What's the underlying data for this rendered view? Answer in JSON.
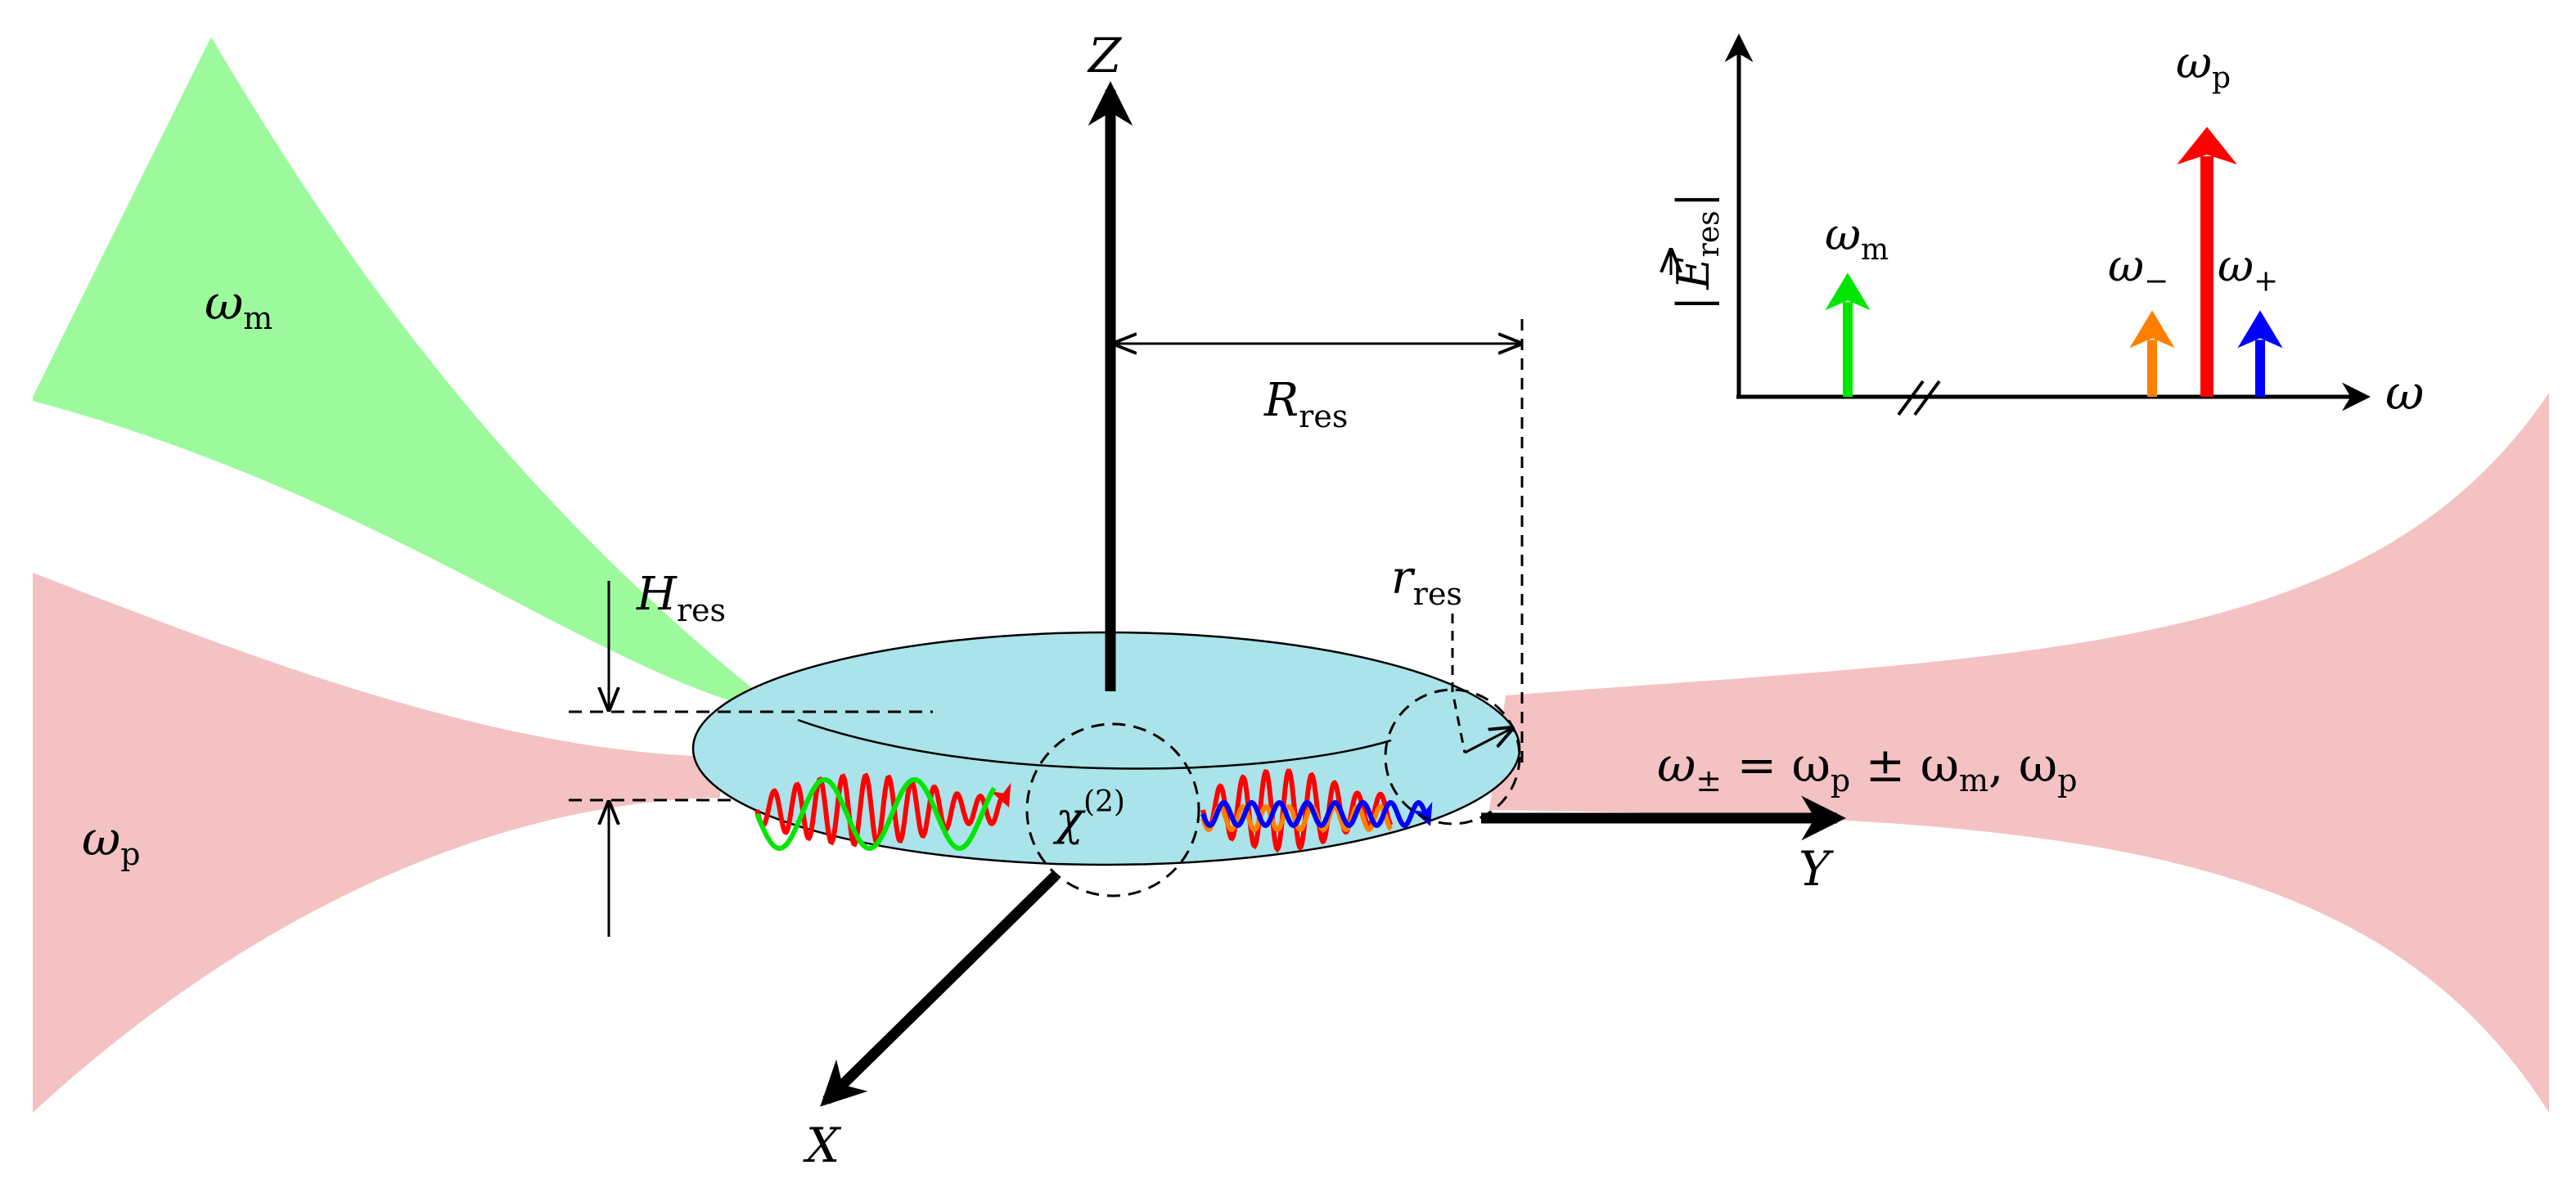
{
  "colors": {
    "pump_beam": "#f4c2c2",
    "microwave_beam": "#9cfa9c",
    "resonator_fill": "#aae3ea",
    "pump": "#ff0000",
    "microwave": "#00e600",
    "lower_sideband": "#ff8000",
    "upper_sideband": "#0000ff",
    "ink": "#000000"
  },
  "axes": {
    "x": {
      "label": "X"
    },
    "y": {
      "label": "Y"
    },
    "z": {
      "label": "Z"
    }
  },
  "beams": {
    "microwave": {
      "symbol": "ω",
      "sub": "m"
    },
    "pump": {
      "symbol": "ω",
      "sub": "p"
    },
    "output": {
      "lhs": "ω",
      "lhs_sub": "±",
      "eq": " = ω",
      "p_sub": "p",
      "pm": " ± ω",
      "m_sub": "m",
      "tail": ",  ω",
      "tail_sub": "p"
    }
  },
  "resonator": {
    "big_radius": {
      "symbol": "R",
      "sub": "res"
    },
    "small_radius": {
      "symbol": "r",
      "sub": "res"
    },
    "height": {
      "symbol": "H",
      "sub": "res"
    },
    "nonlinearity": {
      "symbol": "χ",
      "sup": "(2)"
    }
  },
  "spectrum": {
    "y_axis": {
      "symbol": "E",
      "sub": "res"
    },
    "x_axis": {
      "symbol": "ω"
    },
    "break_between": [
      "ω_m",
      "ω_-"
    ],
    "lines": [
      {
        "id": "microwave",
        "symbol": "ω",
        "sub": "m",
        "relative_height": 0.46,
        "color": "#00e600"
      },
      {
        "id": "lower-sideband",
        "symbol": "ω",
        "sub": "−",
        "relative_height": 0.32,
        "color": "#ff8000"
      },
      {
        "id": "pump",
        "symbol": "ω",
        "sub": "p",
        "relative_height": 1.0,
        "color": "#ff0000"
      },
      {
        "id": "upper-sideband",
        "symbol": "ω",
        "sub": "+",
        "relative_height": 0.32,
        "color": "#0000ff"
      }
    ]
  }
}
